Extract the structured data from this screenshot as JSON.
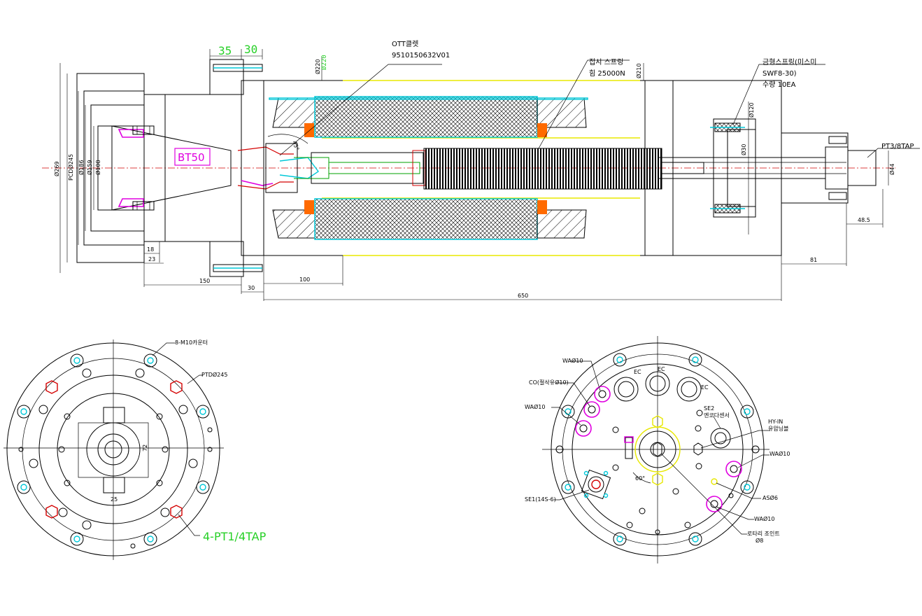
{
  "side_view": {
    "dims_top": {
      "d35": "35",
      "d30": "30"
    },
    "dims_left": [
      "Ø269",
      "PCDØ245",
      "Ø186",
      "Ø159",
      "Ø108"
    ],
    "dims_bottom": {
      "d18": "18",
      "d23": "23",
      "d150": "150",
      "d30b": "30",
      "d100": "100",
      "d650": "650",
      "d81": "81",
      "d48": "48.5"
    },
    "dims_vertical": {
      "d220": "Ø220",
      "d220b": "Ø220",
      "d210": "Ø210",
      "d120": "Ø120",
      "d30v": "Ø30",
      "d44": "Ø44"
    },
    "angle": "45°",
    "bt50": "BT50",
    "ott": {
      "line1": "OTT클렛",
      "line2": "9510150632V01"
    },
    "spring": {
      "line1": "접시 스프링",
      "line2": "힘 25000N"
    },
    "coil_spring": {
      "line1": "금형스프링(미스미",
      "line2": "SWF8-30)",
      "line3": "수량 10EA"
    },
    "pt38": "PT3/8TAP"
  },
  "left_view": {
    "bolt": "8-M10카운터",
    "pcd": "PTDØ245",
    "d72": "72",
    "d25": "25",
    "pt14": "4-PT1/4TAP"
  },
  "right_view": {
    "ec1": "EC",
    "ec2": "EC",
    "ec3": "EC",
    "wa1": "WAØ10",
    "co": "CO(절삭유Ø10)",
    "wa2": "WAØ10",
    "se2a": "SE2",
    "se2b": "엔코다센서",
    "hyin_a": "HY-IN",
    "hyin_b": "유압닝블",
    "wa3": "WAØ10",
    "angle60": "60°",
    "se1": "SE1(14S-6)",
    "as6": "ASØ6",
    "wa4": "WAØ10",
    "rot_a": "로타리 조인트",
    "rot_b": "Ø8"
  },
  "colors": {
    "cyan": "#00c8d8",
    "yellow": "#e8e800",
    "magenta": "#e000e0",
    "red": "#d40000",
    "green": "#27d027",
    "orange": "#ff6a00"
  }
}
